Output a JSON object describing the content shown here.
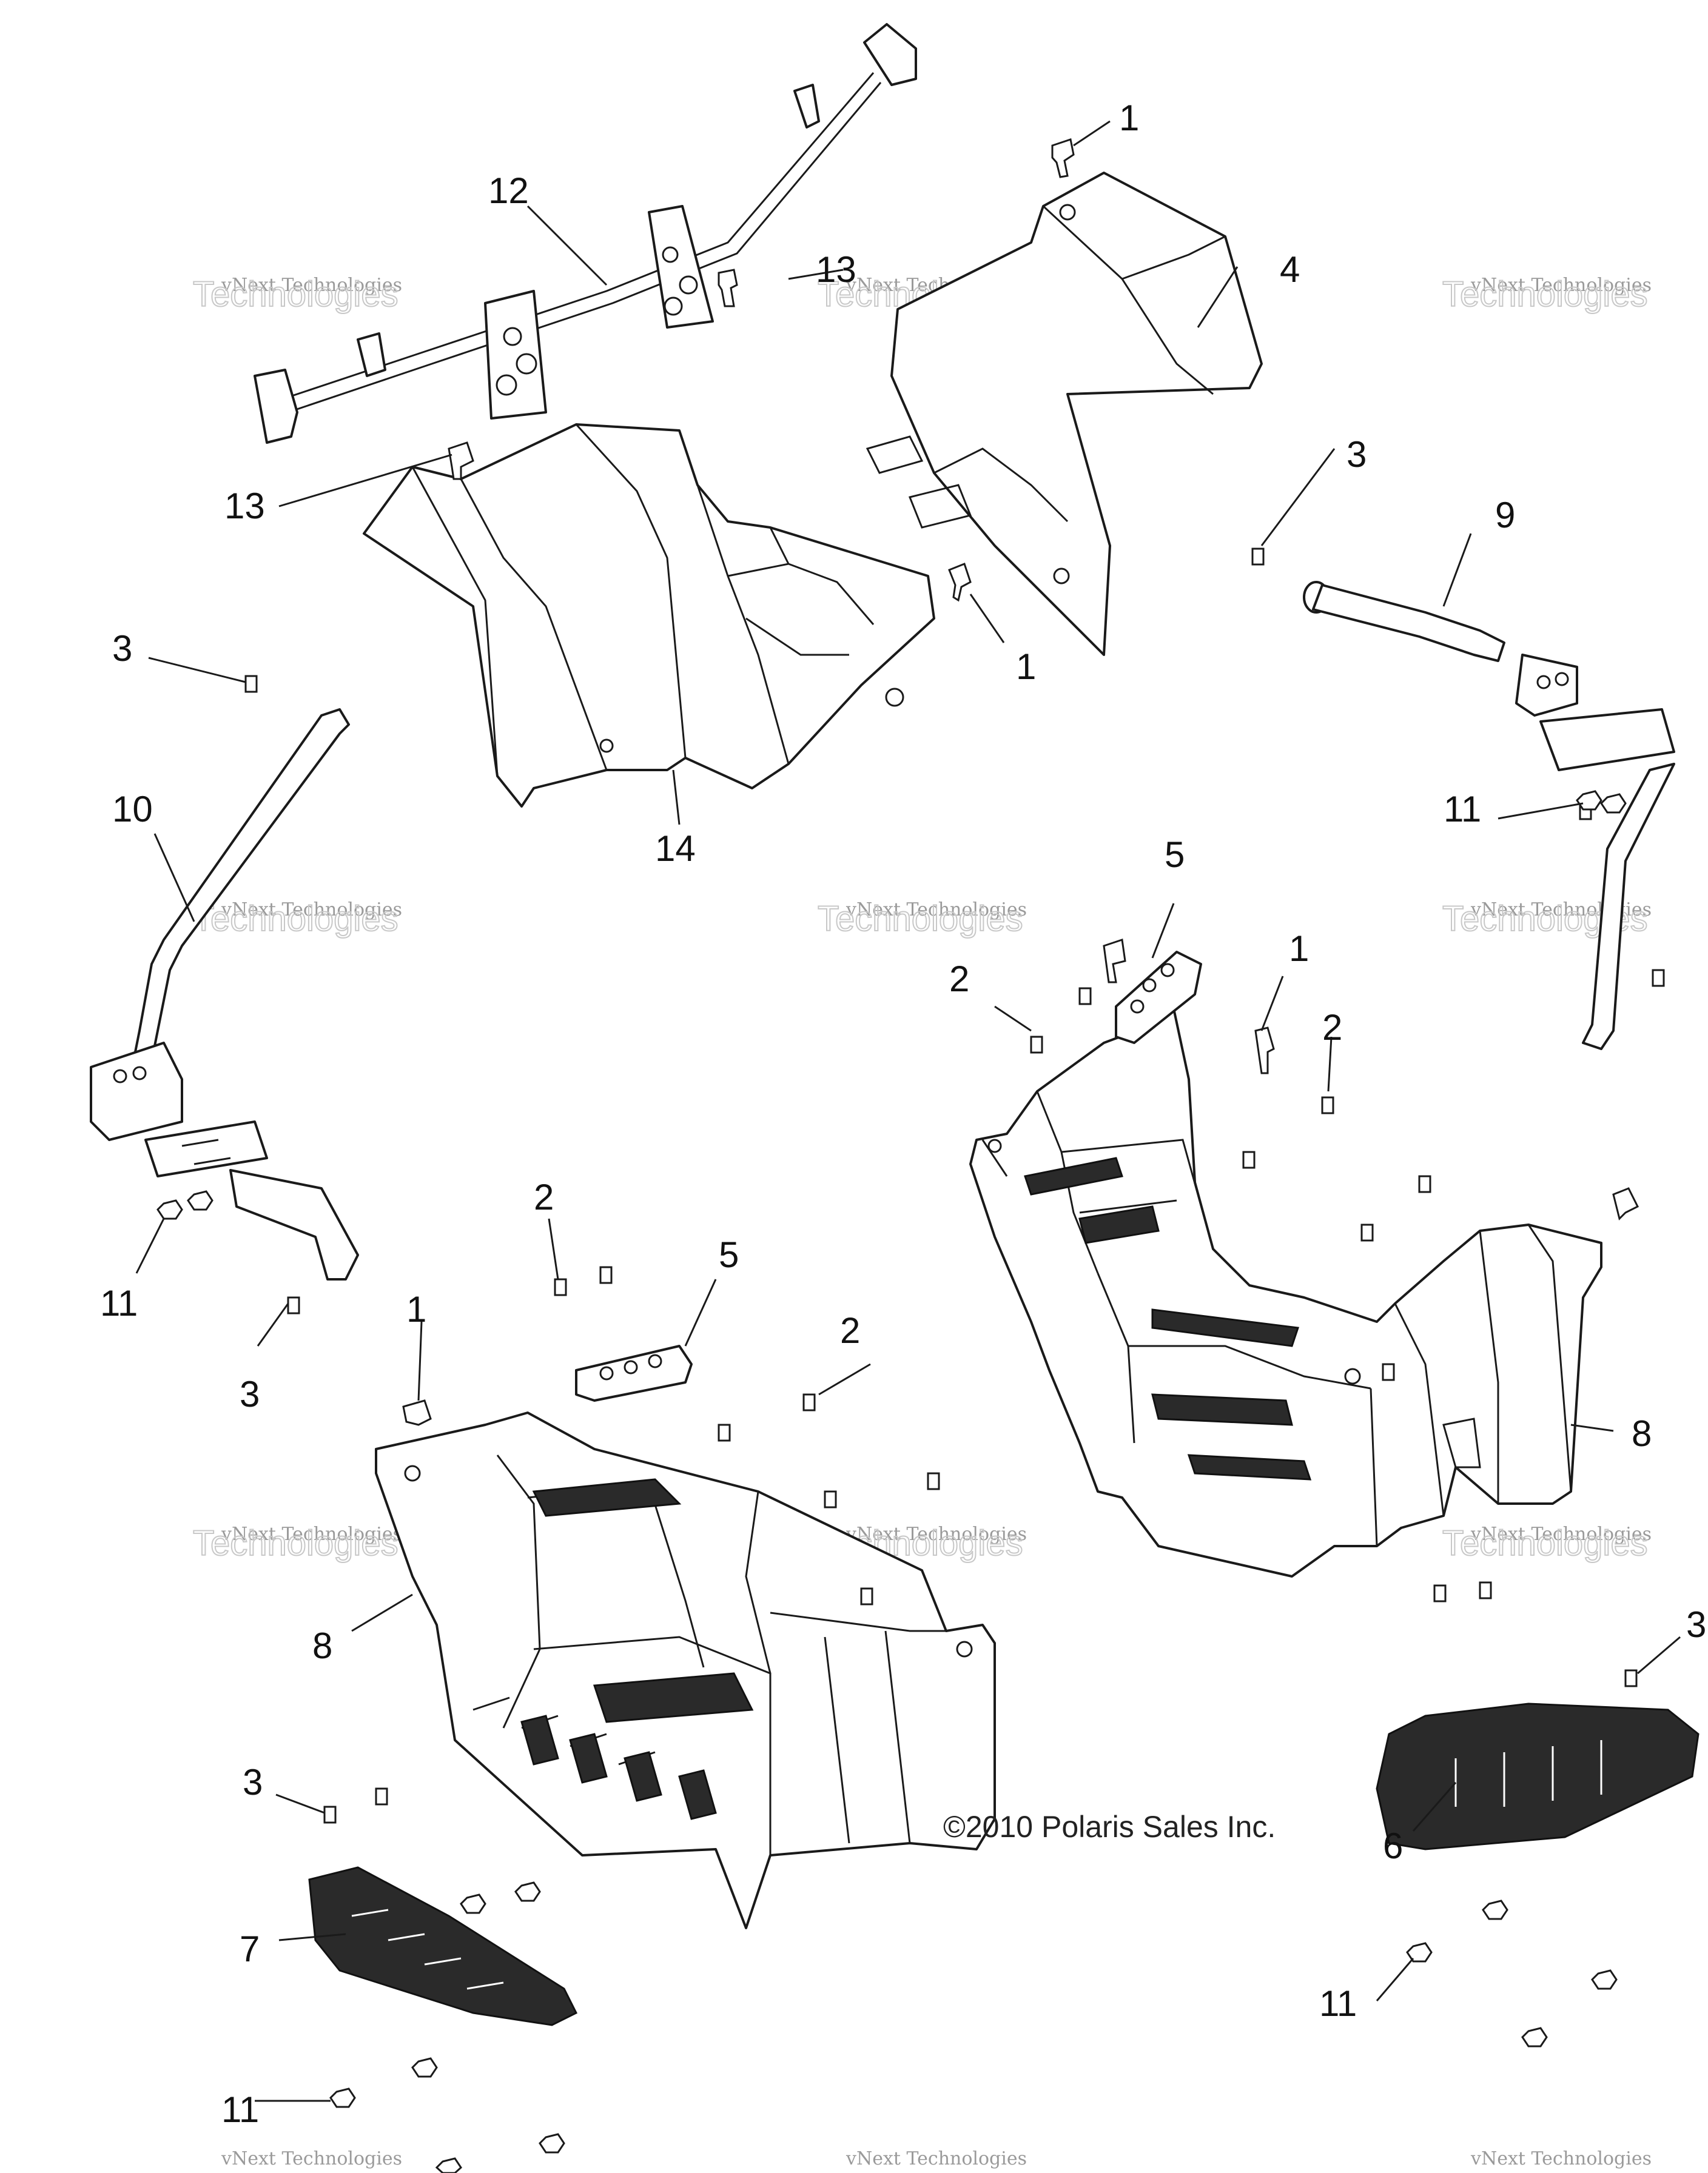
{
  "callouts": [
    {
      "id": "1a",
      "label": "1"
    },
    {
      "id": "1b",
      "label": "1"
    },
    {
      "id": "1c",
      "label": "1"
    },
    {
      "id": "1d",
      "label": "1"
    },
    {
      "id": "2a",
      "label": "2"
    },
    {
      "id": "2b",
      "label": "2"
    },
    {
      "id": "2c",
      "label": "2"
    },
    {
      "id": "2d",
      "label": "2"
    },
    {
      "id": "3a",
      "label": "3"
    },
    {
      "id": "3b",
      "label": "3"
    },
    {
      "id": "3c",
      "label": "3"
    },
    {
      "id": "3d",
      "label": "3"
    },
    {
      "id": "3e",
      "label": "3"
    },
    {
      "id": "4",
      "label": "4"
    },
    {
      "id": "5a",
      "label": "5"
    },
    {
      "id": "5b",
      "label": "5"
    },
    {
      "id": "6",
      "label": "6"
    },
    {
      "id": "7",
      "label": "7"
    },
    {
      "id": "8a",
      "label": "8"
    },
    {
      "id": "8b",
      "label": "8"
    },
    {
      "id": "9",
      "label": "9"
    },
    {
      "id": "10",
      "label": "10"
    },
    {
      "id": "11a",
      "label": "11"
    },
    {
      "id": "11b",
      "label": "11"
    },
    {
      "id": "11c",
      "label": "11"
    },
    {
      "id": "11d",
      "label": "11"
    },
    {
      "id": "12",
      "label": "12"
    },
    {
      "id": "13a",
      "label": "13"
    },
    {
      "id": "13b",
      "label": "13"
    },
    {
      "id": "14",
      "label": "14"
    }
  ],
  "copyright": "©2010 Polaris Sales Inc.",
  "watermark": {
    "line1": "vNext Technologies",
    "line2": "Technologies"
  },
  "colors": {
    "ink": "#1a1a1a",
    "watermark": "#c8c8c8"
  }
}
